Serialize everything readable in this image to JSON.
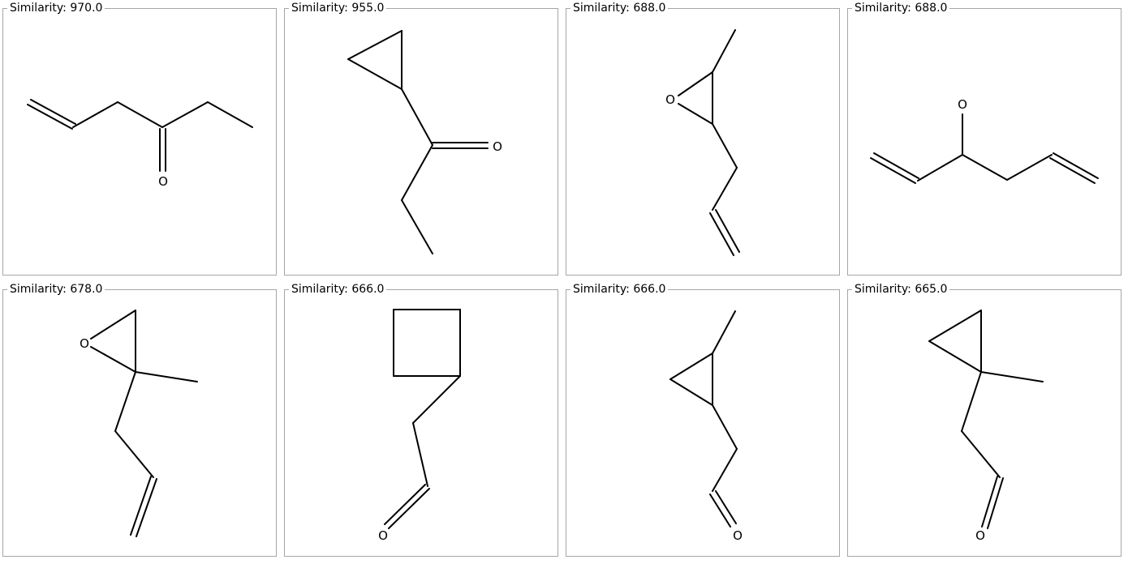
{
  "results": [
    {
      "caption": "Similarity: 970.0"
    },
    {
      "caption": "Similarity: 955.0"
    },
    {
      "caption": "Similarity: 688.0"
    },
    {
      "caption": "Similarity: 688.0"
    },
    {
      "caption": "Similarity: 678.0"
    },
    {
      "caption": "Similarity: 666.0"
    },
    {
      "caption": "Similarity: 666.0"
    },
    {
      "caption": "Similarity: 665.0"
    }
  ],
  "atom_symbols": {
    "oxygen": "O"
  }
}
